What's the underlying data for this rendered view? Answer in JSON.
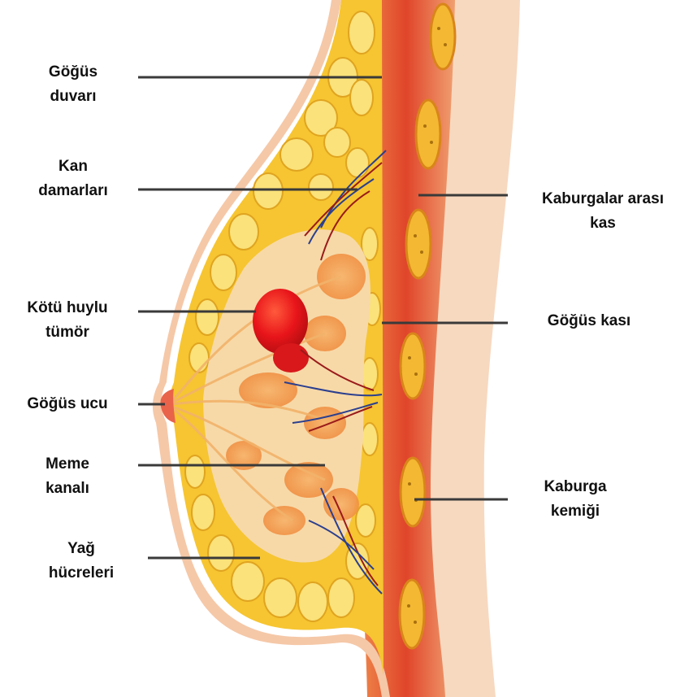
{
  "labels": {
    "chest_wall": [
      "Göğüs",
      "duvarı"
    ],
    "blood_vessels": [
      "Kan",
      "damarları"
    ],
    "malignant_tumor": [
      "Kötü huylu",
      "tümör"
    ],
    "nipple": [
      "Göğüs ucu"
    ],
    "milk_duct": [
      "Meme",
      "kanalı"
    ],
    "fat_cells": [
      "Yağ",
      "hücreleri"
    ],
    "intercostal_muscle": [
      "Kaburgalar arası",
      "kas"
    ],
    "chest_muscle": [
      "Göğüs kası"
    ],
    "rib_bone": [
      "Kaburga",
      "kemiği"
    ]
  },
  "colors": {
    "fat": "#f6c531",
    "fat_light": "#fbe27a",
    "tissue": "#f7d9a8",
    "gland": "#f29a4a",
    "tumor": "#e8151a",
    "muscle": "#e2552e",
    "skin": "#f6d0b4",
    "rib": "#f4b832",
    "vessel_blue": "#2b3f8f",
    "vessel_red": "#9a1b1b",
    "leader": "#333333"
  }
}
